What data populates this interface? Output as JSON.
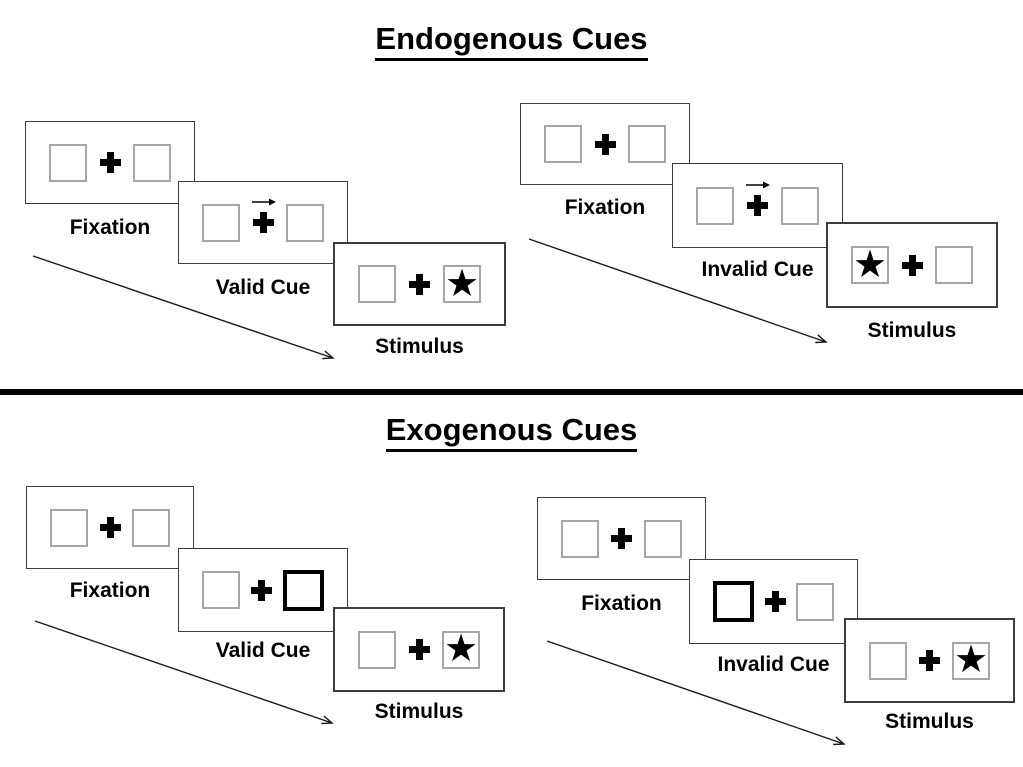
{
  "sections": [
    {
      "title": "Endogenous Cues",
      "groups": [
        {
          "name": "endogenous-valid",
          "panels": [
            {
              "label": "Fixation"
            },
            {
              "label": "Valid Cue"
            },
            {
              "label": "Stimulus"
            }
          ]
        },
        {
          "name": "endogenous-invalid",
          "panels": [
            {
              "label": "Fixation"
            },
            {
              "label": "Invalid Cue"
            },
            {
              "label": "Stimulus"
            }
          ]
        }
      ]
    },
    {
      "title": "Exogenous Cues",
      "groups": [
        {
          "name": "exogenous-valid",
          "panels": [
            {
              "label": "Fixation"
            },
            {
              "label": "Valid Cue"
            },
            {
              "label": "Stimulus"
            }
          ]
        },
        {
          "name": "exogenous-invalid",
          "panels": [
            {
              "label": "Fixation"
            },
            {
              "label": "Invalid Cue"
            },
            {
              "label": "Stimulus"
            }
          ]
        }
      ]
    }
  ],
  "symbols": {
    "star": "★",
    "cue_arrow_direction": "right"
  },
  "colors": {
    "background": "#ffffff",
    "ink": "#000000",
    "panel_border": "#3d3d3d",
    "placeholder_box_border": "#a6a6a6"
  }
}
